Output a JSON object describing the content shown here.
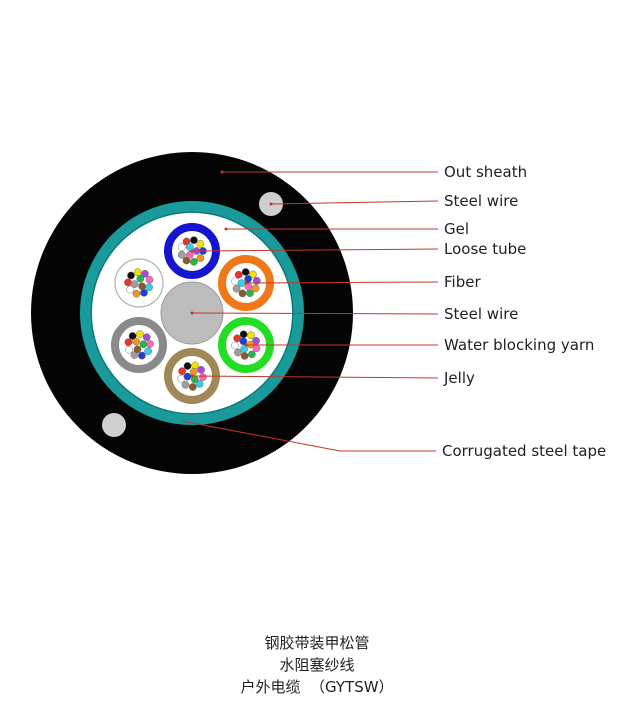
{
  "diagram": {
    "labels": [
      "Out sheath",
      "Steel wire",
      "Gel",
      "Loose tube",
      "Fiber",
      "Steel wire",
      "Water blocking yarn",
      "Jelly",
      "Corrugated steel tape"
    ],
    "colors": {
      "sheath": "#050505",
      "tape": "#1a9a9a",
      "gel": "#ffffff",
      "central_member": "#bdbdbd",
      "steel_wire": "#cfcfcf",
      "leader_line": "#c0392b",
      "tube_blue": "#1515d0",
      "tube_orange": "#f07818",
      "tube_green": "#22dd22",
      "tube_tan": "#a08858",
      "tube_gray": "#8a8a8a",
      "tube_white": "#ffffff"
    },
    "fiber_colors": [
      "#1f3fd6",
      "#f0961e",
      "#25b54a",
      "#8b5a2b",
      "#9e9e9e",
      "#ffffff",
      "#e5342b",
      "#111111",
      "#f2e200",
      "#a64bd6",
      "#ff66b3",
      "#35d0e6"
    ]
  },
  "caption": {
    "line1": "钢胶带装甲松管",
    "line2": "水阻塞纱线",
    "line3": "户外电缆  （GYTSW）"
  }
}
